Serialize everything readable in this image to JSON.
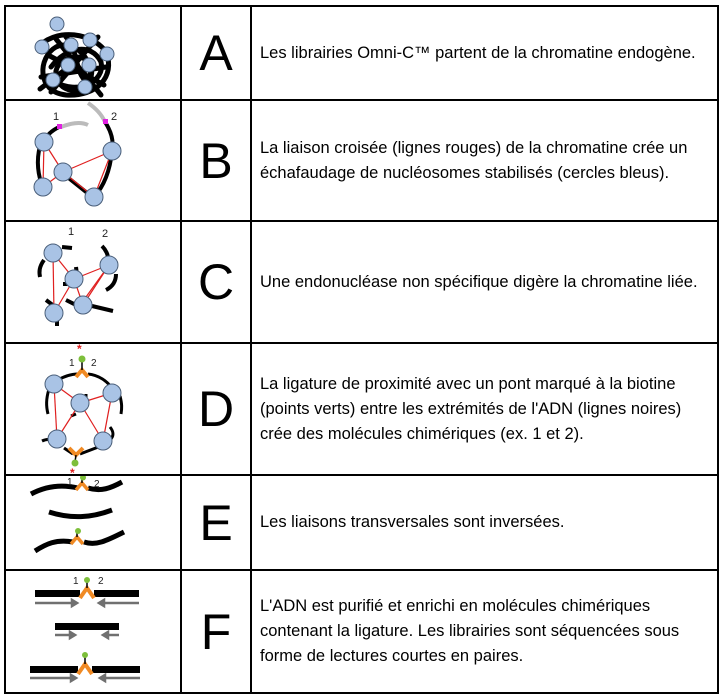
{
  "rows": [
    {
      "letter": "A",
      "text": "Les librairies Omni-C™ partent de la chromatine endogène."
    },
    {
      "letter": "B",
      "text": "La liaison croisée (lignes rouges) de la chromatine crée un échafaudage de nucléosomes stabilisés (cercles bleus).",
      "labels": [
        "1",
        "2"
      ]
    },
    {
      "letter": "C",
      "text": "Une endonucléase non spécifique digère la chromatine liée.",
      "labels": [
        "1",
        "2"
      ]
    },
    {
      "letter": "D",
      "text": "La ligature de proximité avec un pont marqué à la biotine (points verts) entre les extrémités de l'ADN (lignes noires) crée des molécules chimériques (ex. 1 et 2).",
      "labels": [
        "1",
        "2"
      ]
    },
    {
      "letter": "E",
      "text": "Les liaisons transversales sont inversées.",
      "labels": [
        "1",
        "2"
      ]
    },
    {
      "letter": "F",
      "text": "L'ADN est purifié et enrichi en molécules chimériques contenant la ligature. Les librairies sont séquencées sous forme de lectures courtes en paires.",
      "labels": [
        "1",
        "2"
      ]
    }
  ],
  "colors": {
    "nucleosome": "#a9c3e5",
    "crosslink": "#e02020",
    "biotin": "#7dbf3a",
    "ligation": "#f08a24",
    "read_arrow": "#707070"
  }
}
